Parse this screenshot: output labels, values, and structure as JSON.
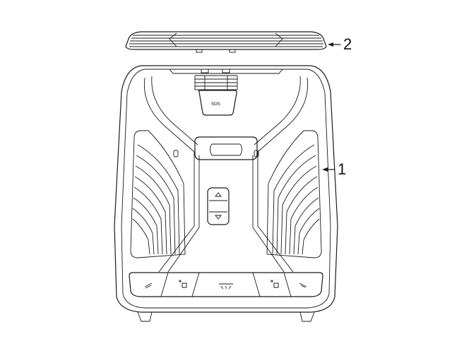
{
  "diagram": {
    "type": "parts-diagram",
    "subject": "Overhead console assembly",
    "callouts": [
      {
        "id": "1",
        "label": "1",
        "part": "Overhead console"
      },
      {
        "id": "2",
        "label": "2",
        "part": "Lens / cover"
      }
    ],
    "console_markings": {
      "sos_label": "SOS"
    },
    "buttons": [
      {
        "name": "left-reading-light",
        "icon": "reading-lamp-left-icon"
      },
      {
        "name": "left-interior-light",
        "icon": "interior-light-icon"
      },
      {
        "name": "dome-light",
        "icon": "dome-light-icon"
      },
      {
        "name": "right-interior-light",
        "icon": "interior-light-icon"
      },
      {
        "name": "right-reading-light",
        "icon": "reading-lamp-right-icon"
      }
    ],
    "colors": {
      "line": "#1a1a1a",
      "background": "#ffffff"
    }
  }
}
